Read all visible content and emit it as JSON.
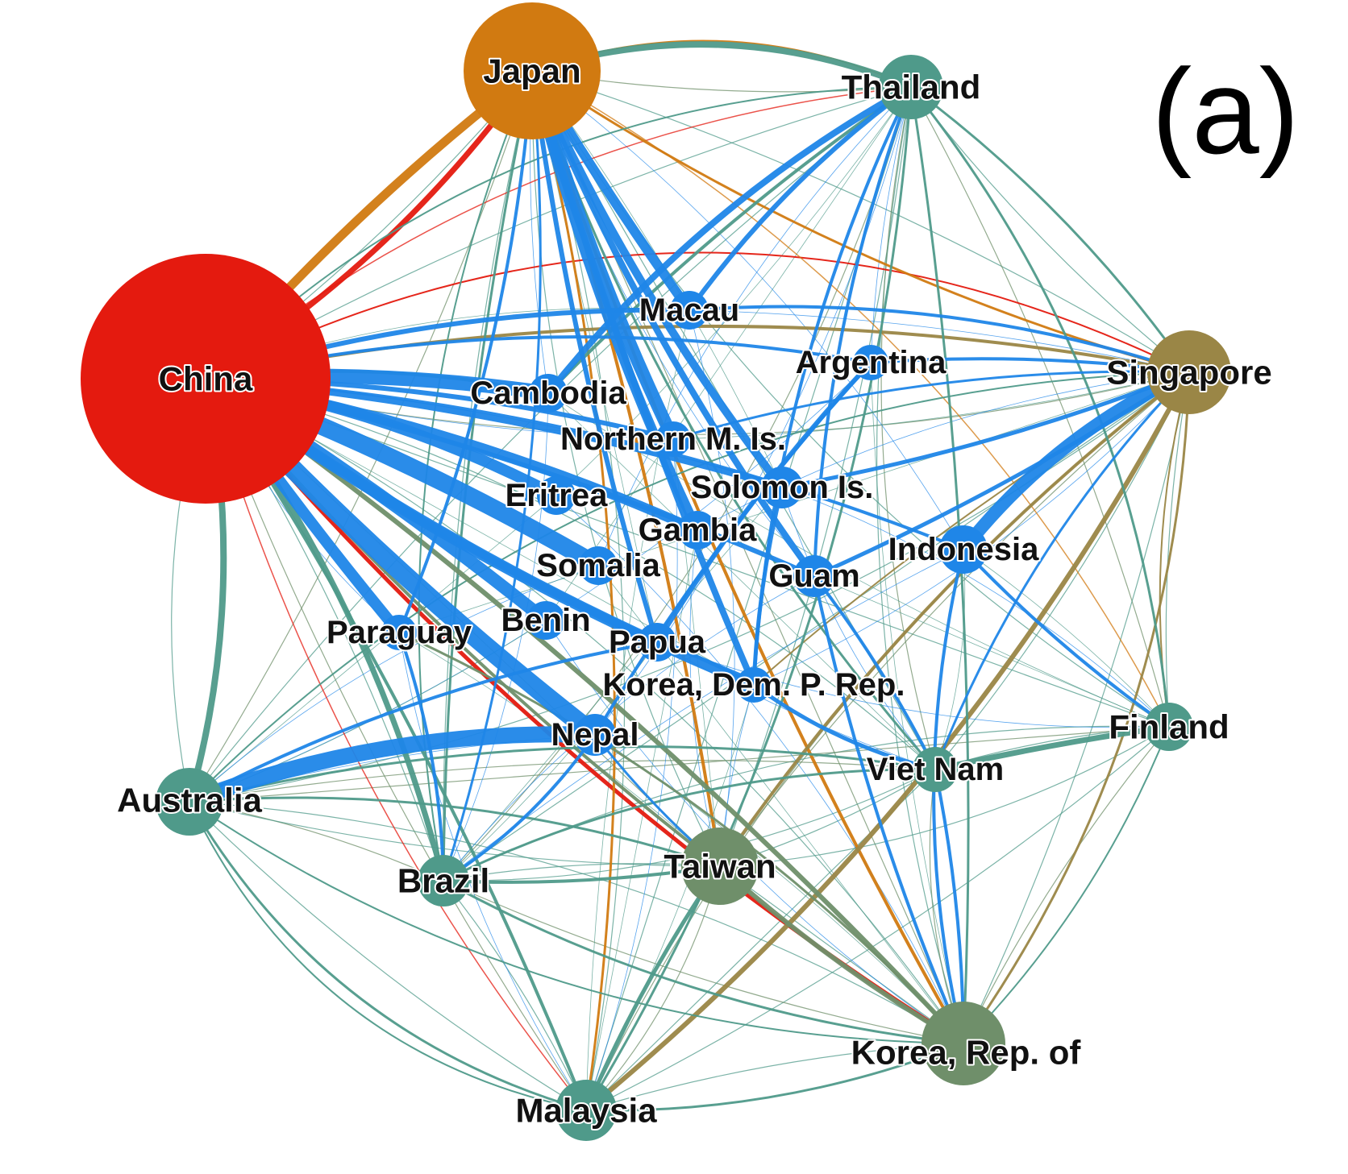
{
  "panel_label": "(a)",
  "colors": {
    "china": "#e41a0f",
    "japan": "#d17a11",
    "singapore": "#9a8646",
    "teal": "#4f9a8a",
    "olive": "#6f8f6a",
    "blue": "#1f86e8"
  },
  "nodes": [
    {
      "id": "china",
      "label": "China"
    },
    {
      "id": "japan",
      "label": "Japan"
    },
    {
      "id": "thailand",
      "label": "Thailand"
    },
    {
      "id": "singapore",
      "label": "Singapore"
    },
    {
      "id": "finland",
      "label": "Finland"
    },
    {
      "id": "korea_rep",
      "label": "Korea, Rep. of"
    },
    {
      "id": "malaysia",
      "label": "Malaysia"
    },
    {
      "id": "brazil",
      "label": "Brazil"
    },
    {
      "id": "australia",
      "label": "Australia"
    },
    {
      "id": "taiwan",
      "label": "Taiwan"
    },
    {
      "id": "viet_nam",
      "label": "Viet Nam"
    },
    {
      "id": "indonesia",
      "label": "Indonesia"
    },
    {
      "id": "macau",
      "label": "Macau"
    },
    {
      "id": "argentina",
      "label": "Argentina"
    },
    {
      "id": "cambodia",
      "label": "Cambodia"
    },
    {
      "id": "northern_m",
      "label": "Northern M. Is."
    },
    {
      "id": "eritrea",
      "label": "Eritrea"
    },
    {
      "id": "solomon",
      "label": "Solomon Is."
    },
    {
      "id": "gambia",
      "label": "Gambia"
    },
    {
      "id": "somalia",
      "label": "Somalia"
    },
    {
      "id": "guam",
      "label": "Guam"
    },
    {
      "id": "paraguay",
      "label": "Paraguay"
    },
    {
      "id": "benin",
      "label": "Benin"
    },
    {
      "id": "papua",
      "label": "Papua"
    },
    {
      "id": "korea_dem",
      "label": "Korea, Dem. P. Rep."
    },
    {
      "id": "nepal",
      "label": "Nepal"
    }
  ]
}
